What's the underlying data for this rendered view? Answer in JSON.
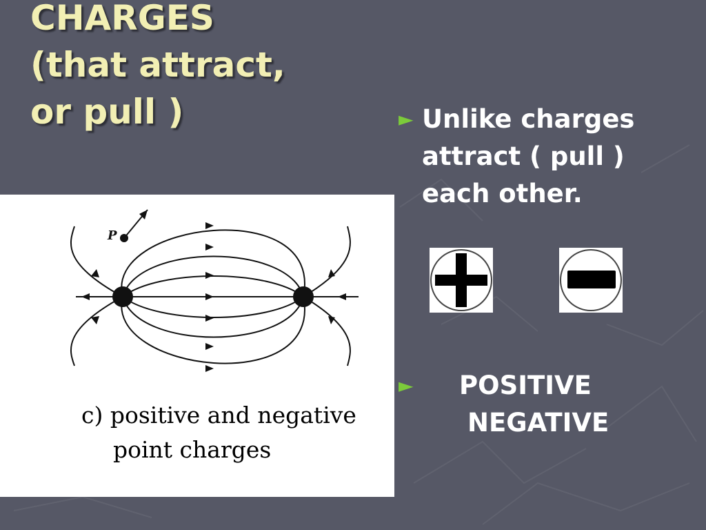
{
  "title": {
    "line1": "CHARGES",
    "line2": "(that attract,",
    "line3": "or pull )"
  },
  "bullets": {
    "first": {
      "marker": "►",
      "line1": "Unlike charges",
      "line2": "attract ( pull )",
      "line3": "each other."
    },
    "second": {
      "marker": "►",
      "line1": "POSITIVE",
      "line2": "NEGATIVE"
    }
  },
  "figure": {
    "point_label": "P",
    "caption_line1": "c) positive and negative",
    "caption_line2": "point charges"
  },
  "icons": {
    "plus": "plus-sign-icon",
    "minus": "minus-sign-icon"
  },
  "colors": {
    "background": "#565866",
    "title": "#F2EFB4",
    "bullet_marker": "#7CCB3A",
    "body_text": "#ffffff"
  }
}
